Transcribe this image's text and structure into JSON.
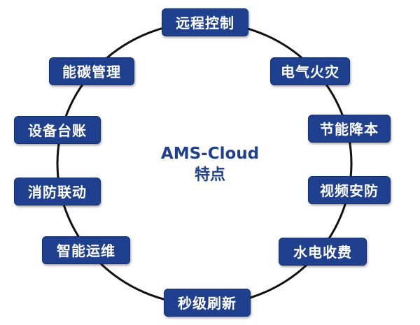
{
  "center": {
    "title": "AMS-Cloud",
    "subtitle": "特点"
  },
  "colors": {
    "box_fill": "#1f3f8f",
    "box_text": "#ffffff",
    "center_text": "#1f3f8f",
    "ring_stroke": "#111111"
  },
  "features": [
    {
      "label": "远程控制"
    },
    {
      "label": "电气火灾"
    },
    {
      "label": "节能降本"
    },
    {
      "label": "视频安防"
    },
    {
      "label": "水电收费"
    },
    {
      "label": "秒级刷新"
    },
    {
      "label": "智能运维"
    },
    {
      "label": "消防联动"
    },
    {
      "label": "设备台账"
    },
    {
      "label": "能碳管理"
    }
  ]
}
